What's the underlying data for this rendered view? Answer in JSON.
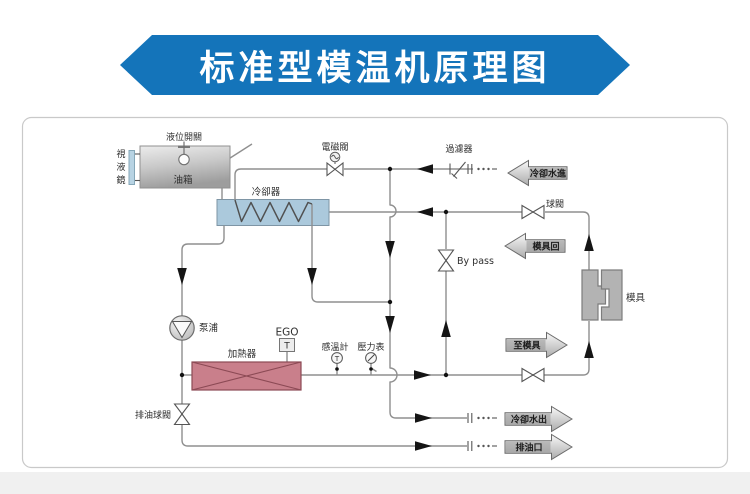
{
  "banner": {
    "title": "标准型模温机原理图",
    "bg_color": "#1474ba",
    "text_color": "#ffffff"
  },
  "diagram": {
    "labels": {
      "level_switch": "液位開關",
      "sight_glass_chars": [
        "視",
        "液",
        "鏡"
      ],
      "oil_tank": "油箱",
      "cooler": "冷卻器",
      "solenoid_valve": "電磁閥",
      "filter": "過濾器",
      "ball_valve": "球閥",
      "bypass": "By pass",
      "mold": "模具",
      "pump": "泵浦",
      "ego": "EGO",
      "ego_t": "T",
      "temp_gauge": "感溫計",
      "temp_gauge_t": "T",
      "pressure_gauge": "壓力表",
      "heater": "加熱器",
      "drain_ball_valve": "排油球閥"
    },
    "flow_arrows": {
      "cooling_water_in": "冷卻水進",
      "mold_return": "模具回",
      "to_mold": "至模具",
      "cooling_water_out": "冷卻水出",
      "oil_drain": "排油口"
    },
    "colors": {
      "cooler_fill": "#abc9dc",
      "heater_fill": "#c97f8b",
      "heater_border": "#8c4a55",
      "pipe": "#8f8f8f",
      "mold_fill": "#b3b3b3",
      "tank_fill": "#c9c9c9",
      "sight_glass_fill": "#b7d3e3"
    }
  }
}
